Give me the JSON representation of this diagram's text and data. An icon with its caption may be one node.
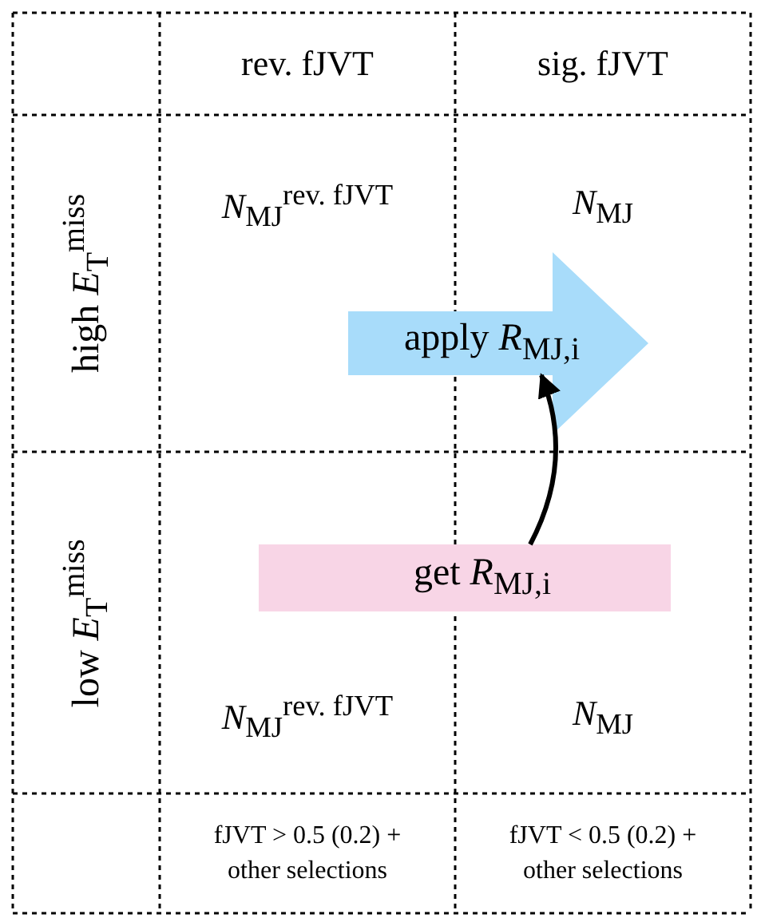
{
  "diagram": {
    "nodes": [
      {
        "text": [
          "apply *R*$_{MJ,i}$"
        ]
      },
      {
        "text": [
          "get *R*$_{MJ,i}$"
        ]
      }
    ],
    "edges": [
      {
        "from": 1,
        "to": 0,
        "arrow": "to"
      }
    ],
    "labels": [
      "rev. fJVT",
      "sig. fJVT",
      "high *E*$_{T}$$^{miss}$",
      "*N*$_{MJ}$$^{rev. fJVT}$",
      "*N*$_{MJ}$",
      "low *E*$_{T}$$^{miss}$",
      "*N*$_{MJ}$$^{rev. fJVT}$",
      "*N*$_{MJ}$",
      "fJVT > 0.5 (0.2) + other selections",
      "fJVT < 0.5 (0.2) + other selections"
    ]
  }
}
